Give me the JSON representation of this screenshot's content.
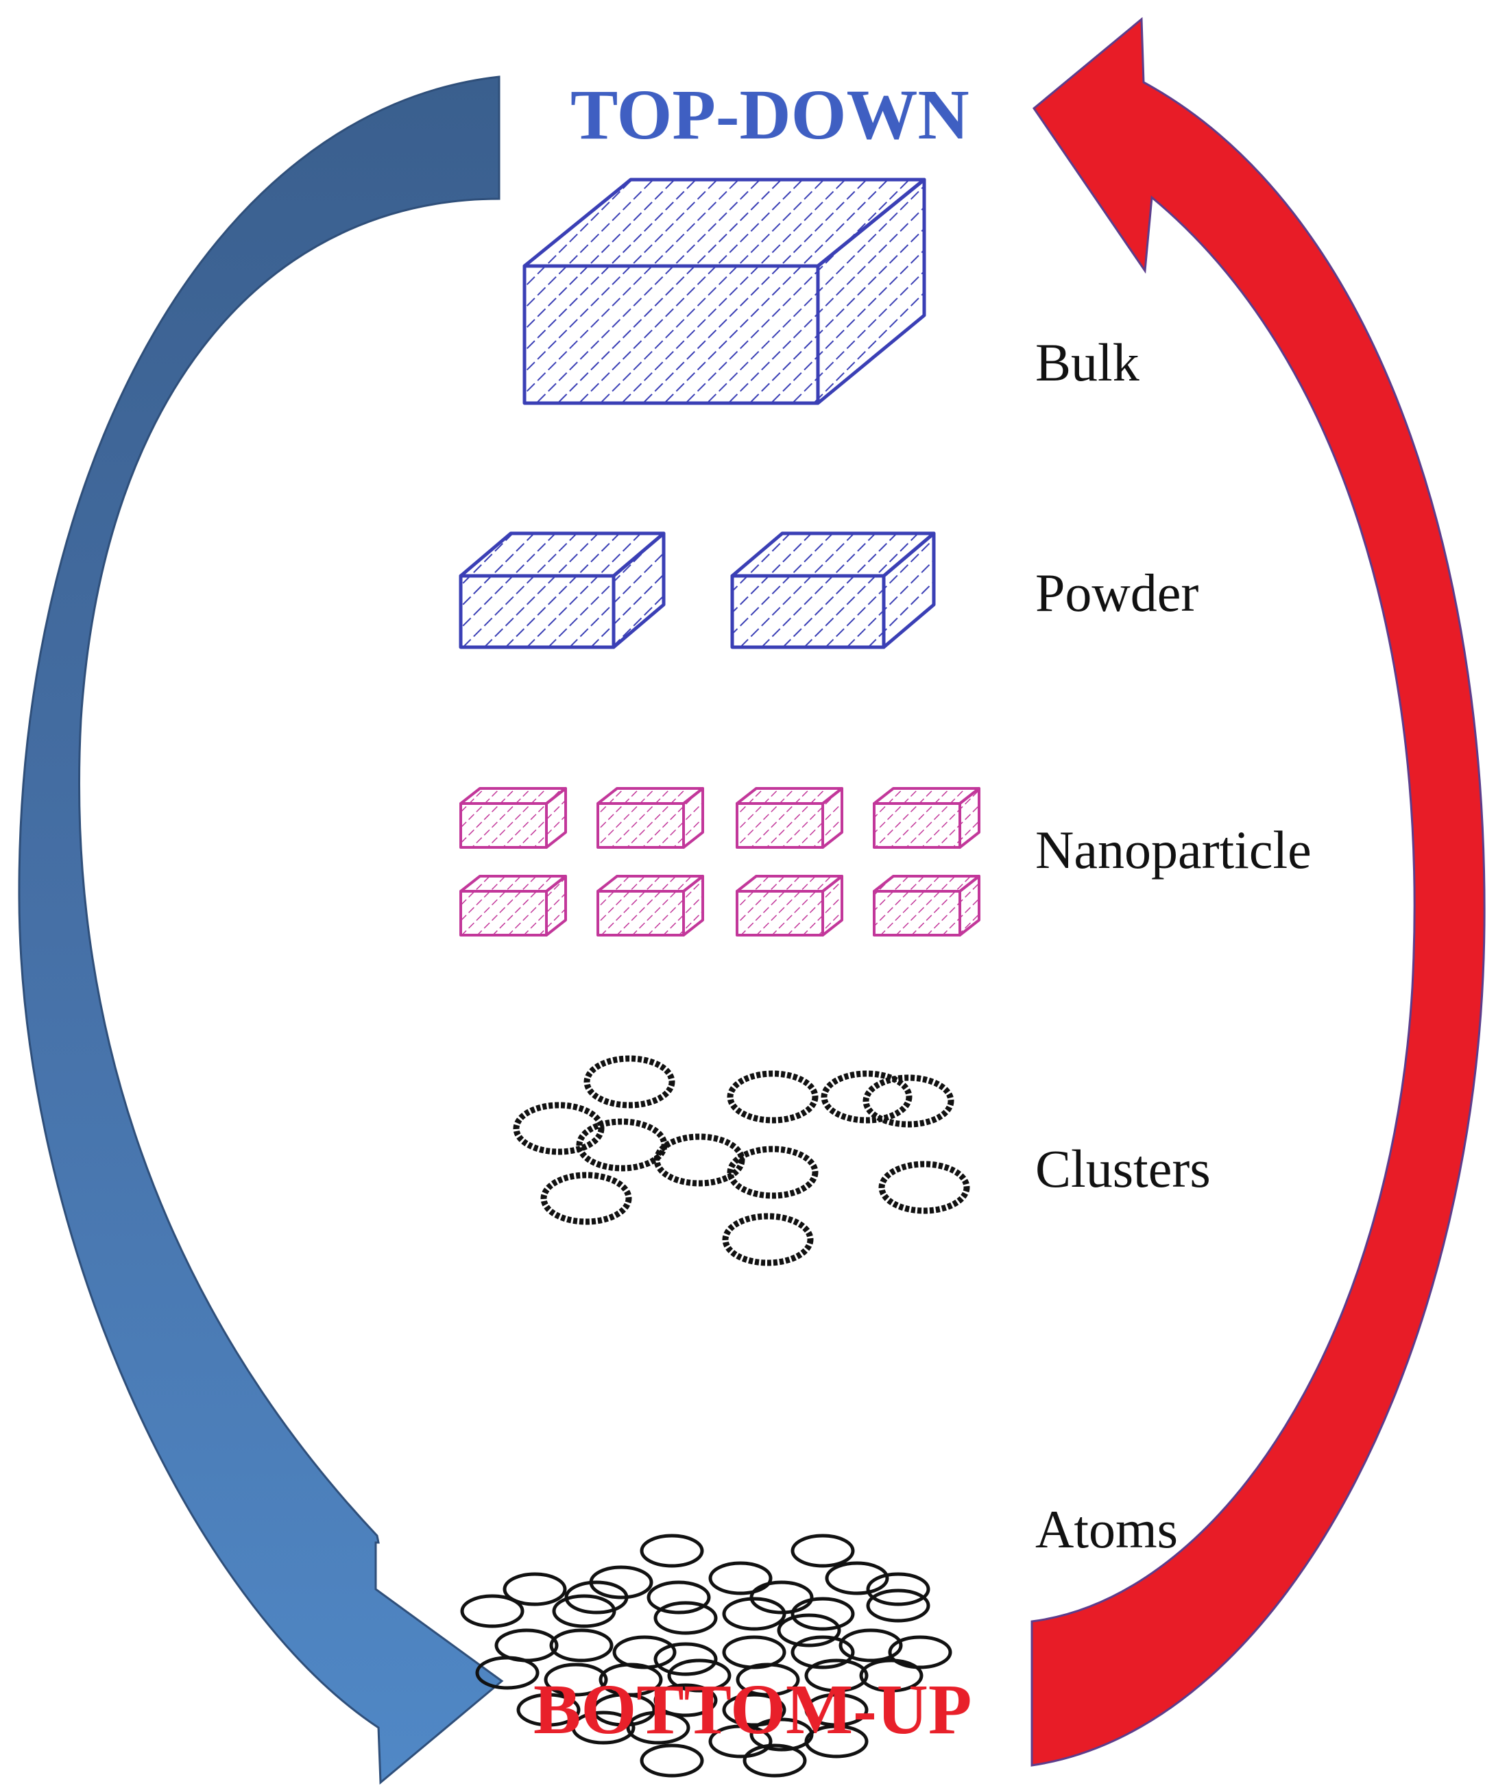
{
  "diagram": {
    "top_title": "TOP-DOWN",
    "bottom_title": "BOTTOM-UP",
    "levels": [
      {
        "id": "bulk",
        "label": "Bulk"
      },
      {
        "id": "powder",
        "label": "Powder"
      },
      {
        "id": "nanoparticle",
        "label": "Nanoparticle"
      },
      {
        "id": "clusters",
        "label": "Clusters"
      },
      {
        "id": "atoms",
        "label": "Atoms"
      }
    ],
    "colors": {
      "top_down": "#3f5fc2",
      "bottom_up": "#e8202a",
      "arrow_blue_light": "#4f80c0",
      "arrow_blue_dark": "#3a5f8e",
      "arrow_red": "#e81c27",
      "bulk_powder_hatch": "#3a3fb5",
      "nanoparticle_hatch": "#c2379a",
      "clusters_atoms": "#111111"
    },
    "icons": [
      "curved-arrow-down-icon",
      "curved-arrow-up-icon"
    ]
  }
}
